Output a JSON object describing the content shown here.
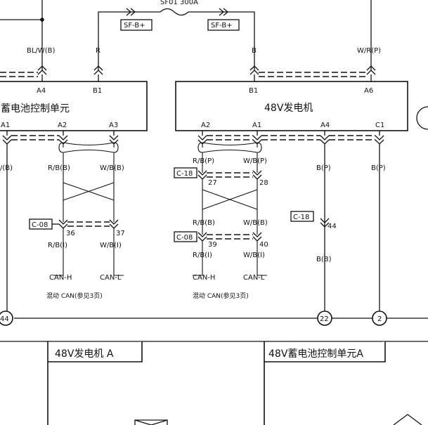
{
  "fuse": {
    "label": "SF01 300A",
    "left_tag": "SF-B+",
    "right_tag": "SF-B+"
  },
  "wires": {
    "blw": "BL/W(B)",
    "r": "R",
    "b": "B",
    "wrp": "W/R(P)",
    "left_edge": "/(B)",
    "rb_b": "R/B(B)",
    "wb_b": "W/B(B)",
    "rb_p": "R/B(P)",
    "wb_p": "W/B(P)",
    "b_p1": "B(P)",
    "b_p2": "B(P)",
    "rb_b2": "R/B(B)",
    "wb_b2": "W/B(B)",
    "rb_i1": "R/B(I)",
    "wb_i1": "W/B(I)",
    "rb_i2": "R/B(I)",
    "wb_i2": "W/B(I)",
    "b_b": "B(B)"
  },
  "components": {
    "bms": {
      "title": "蓄电池控制单元",
      "pins": {
        "a4": "A4",
        "b1": "B1",
        "a1": "A1",
        "a2": "A2",
        "a3": "A3"
      }
    },
    "gen": {
      "title": "48V发电机",
      "pins": {
        "b1": "B1",
        "a6": "A6",
        "a2": "A2",
        "a1": "A1",
        "a4": "A4",
        "c1": "C1"
      }
    }
  },
  "connectors": {
    "c08a": {
      "tag": "C-08",
      "p1": "36",
      "p2": "37"
    },
    "c18a": {
      "tag": "C-18",
      "p1": "27",
      "p2": "28"
    },
    "c08b": {
      "tag": "C-08",
      "p1": "39",
      "p2": "40"
    },
    "c18b": {
      "tag": "C-18",
      "p1": "44"
    }
  },
  "can": {
    "h1": "CAN-H",
    "l1": "CAN-L",
    "note1": "混动 CAN(参见3页)",
    "h2": "CAN-H",
    "l2": "CAN-L",
    "note2": "混动 CAN(参见3页)"
  },
  "ground": {
    "n44": "44",
    "n22": "22",
    "n2": "2"
  },
  "bottom": {
    "left_title": "48V发电机 A",
    "right_title": "48V蓄电池控制单元A"
  }
}
